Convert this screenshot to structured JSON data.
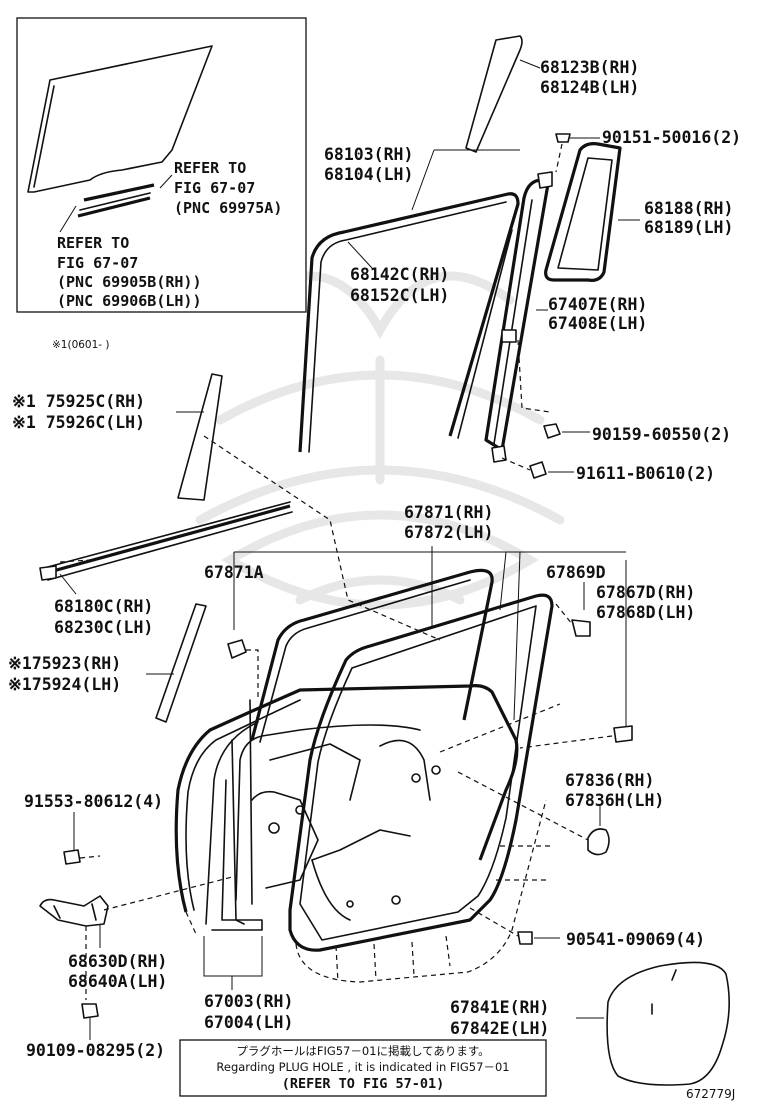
{
  "inset": {
    "refer1_l1": "REFER TO",
    "refer1_l2": "FIG 67-07",
    "refer1_l3": "(PNC 69975A)",
    "refer2_l1": "REFER TO",
    "refer2_l2": "FIG 67-07",
    "refer2_l3": "(PNC 69905B(RH))",
    "refer2_l4": "(PNC 69906B(LH))"
  },
  "footnote": "※1(0601-     )",
  "labels": {
    "p68123": "68123B(RH)",
    "p68124": "68124B(LH)",
    "p90151": "90151-50016(2)",
    "p68103": "68103(RH)",
    "p68104": "68104(LH)",
    "p68188": "68188(RH)",
    "p68189": "68189(LH)",
    "p68142": "68142C(RH)",
    "p68152": "68152C(LH)",
    "p67407": "67407E(RH)",
    "p67408": "67408E(LH)",
    "p75925": "※1 75925C(RH)",
    "p75926": "※1 75926C(LH)",
    "p90159": "90159-60550(2)",
    "p91611": "91611-B0610(2)",
    "p67871rh": "67871(RH)",
    "p67872lh": "67872(LH)",
    "p67871a": "67871A",
    "p67869d": "67869D",
    "p67867d": "67867D(RH)",
    "p67868d": "67868D(LH)",
    "p68180": "68180C(RH)",
    "p68230": "68230C(LH)",
    "p75923": "※175923(RH)",
    "p75924": "※175924(LH)",
    "p67836rh": "67836(RH)",
    "p67836h": "67836H(LH)",
    "p91553": "91553-80612(4)",
    "p68630": "68630D(RH)",
    "p68640": "68640A(LH)",
    "p90541": "90541-09069(4)",
    "p67003": "67003(RH)",
    "p67004": "67004(LH)",
    "p67841": "67841E(RH)",
    "p67842": "67842E(LH)",
    "p90109": "90109-08295(2)"
  },
  "plug_note": {
    "jp": "プラグホールはFIG57－01に掲載してあります。",
    "en": "Regarding PLUG HOLE , it is indicated in FIG57－01",
    "ref": "(REFER TO FIG 57-01)"
  },
  "diagram_id": "672779J"
}
